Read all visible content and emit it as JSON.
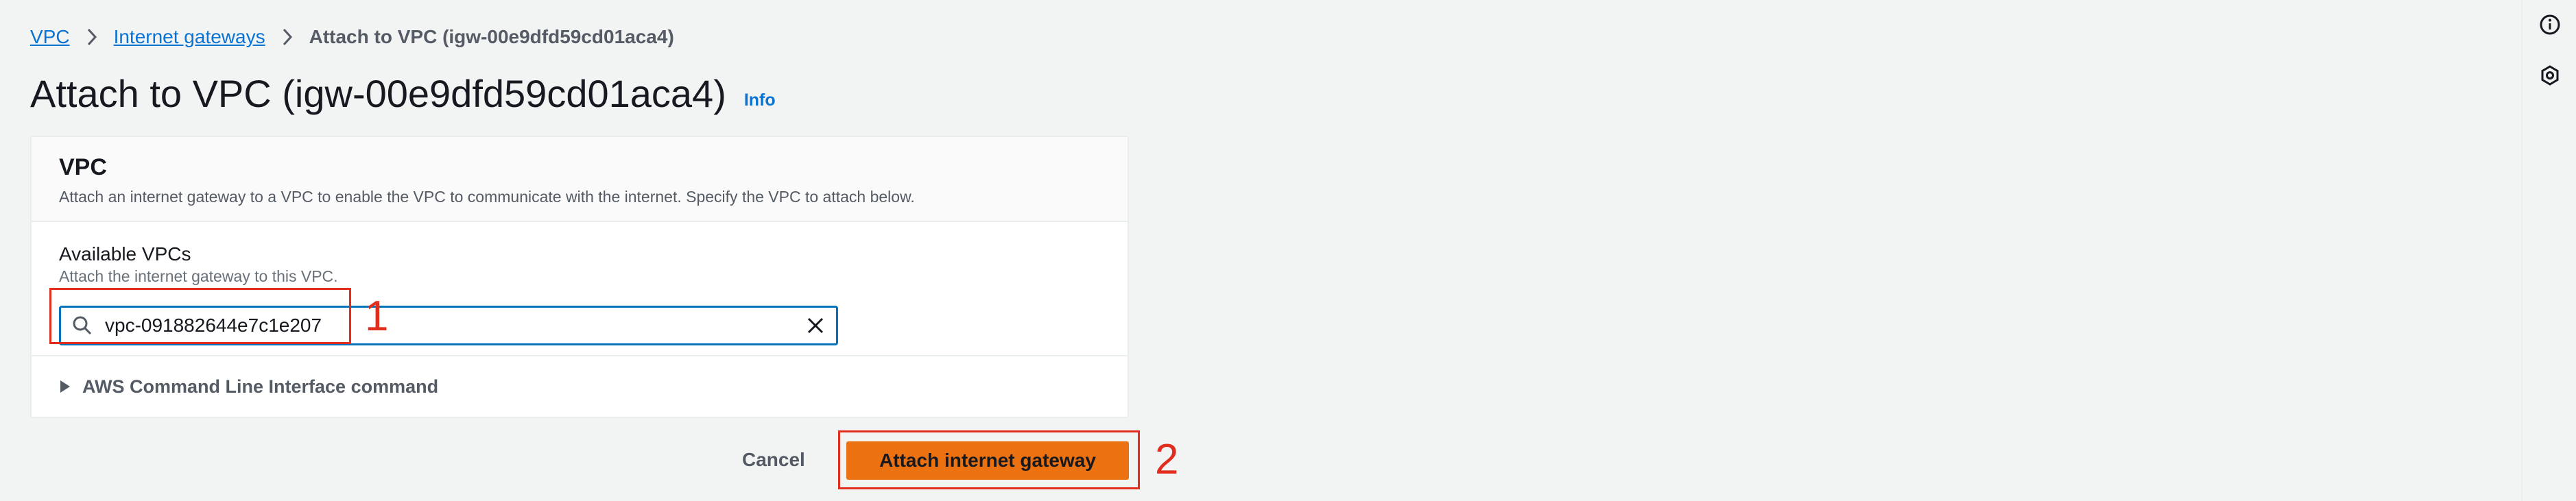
{
  "breadcrumb": {
    "items": [
      {
        "label": "VPC"
      },
      {
        "label": "Internet gateways"
      },
      {
        "label": "Attach to VPC (igw-00e9dfd59cd01aca4)"
      }
    ]
  },
  "page": {
    "title": "Attach to VPC (igw-00e9dfd59cd01aca4)",
    "info_label": "Info"
  },
  "vpc_panel": {
    "title": "VPC",
    "description": "Attach an internet gateway to a VPC to enable the VPC to communicate with the internet. Specify the VPC to attach below.",
    "field": {
      "label": "Available VPCs",
      "description": "Attach the internet gateway to this VPC.",
      "value": "vpc-091882644e7c1e207"
    },
    "cli_expander_label": "AWS Command Line Interface command"
  },
  "actions": {
    "cancel_label": "Cancel",
    "attach_label": "Attach internet gateway"
  },
  "annotations": [
    {
      "label": "1"
    },
    {
      "label": "2"
    }
  ],
  "colors": {
    "link": "#0972d3",
    "primary_button": "#ec7211",
    "focus_border": "#0073bb",
    "annotation": "#e02d1e"
  },
  "icons": {
    "search": "search-icon",
    "clear": "close-icon",
    "expander": "caret-right-icon",
    "sidebar_info": "info-icon",
    "sidebar_settings": "hexagon-settings-icon"
  }
}
